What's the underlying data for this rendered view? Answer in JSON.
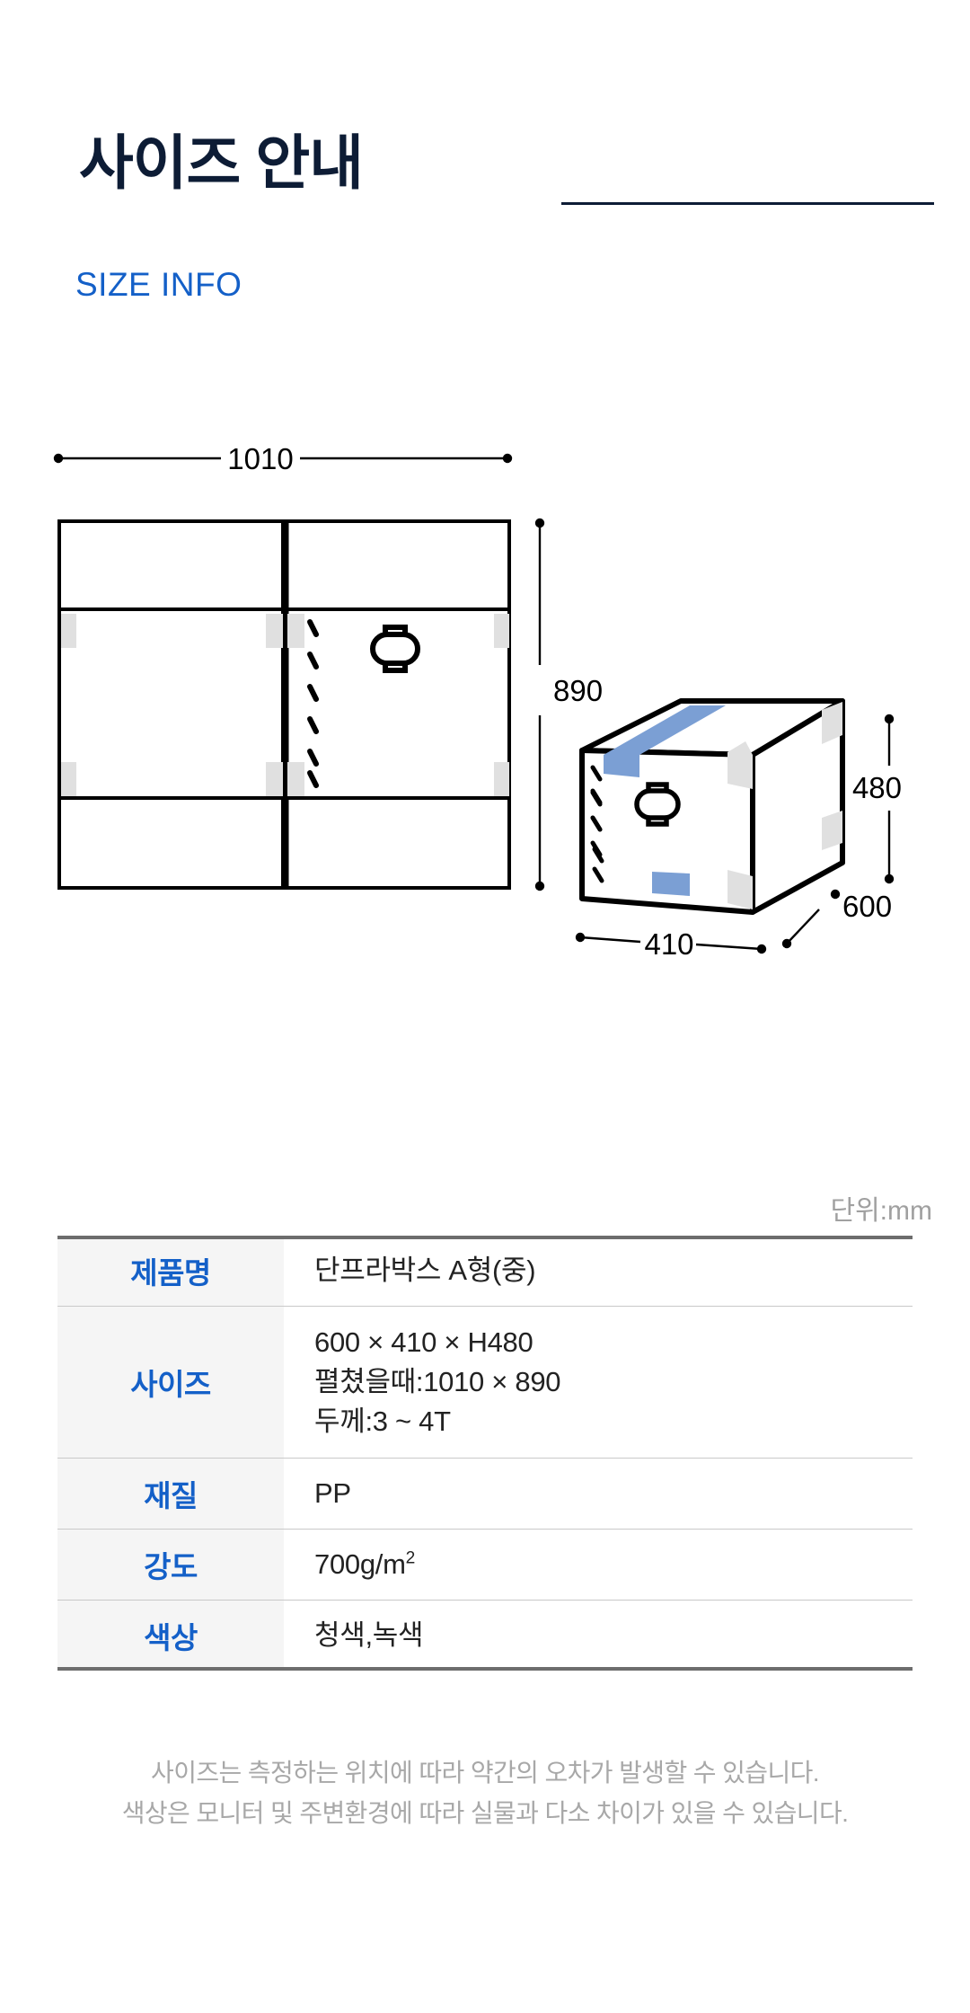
{
  "header": {
    "title": "사이즈 안내",
    "subtitle": "SIZE INFO",
    "accent_navy": "#0d1c35",
    "accent_blue": "#1460c8"
  },
  "diagram": {
    "flat": {
      "label": "flat-box-drawing",
      "width_dim": "1010",
      "height_dim": "890"
    },
    "box3d": {
      "label": "assembled-box-drawing",
      "width_dim": "410",
      "depth_dim": "600",
      "height_dim": "480",
      "strap_color": "#7b9fd4",
      "tab_color": "#e0e0e0"
    },
    "unit_note": "단위:mm"
  },
  "spec_table": {
    "rows": [
      {
        "label": "제품명",
        "value_lines": [
          "단프라박스 A형(중)"
        ]
      },
      {
        "label": "사이즈",
        "value_lines": [
          "600 × 410 × H480",
          "펼쳤을때:1010 × 890",
          "두께:3 ~ 4T"
        ]
      },
      {
        "label": "재질",
        "value_lines": [
          "PP"
        ]
      },
      {
        "label": "강도",
        "value_lines": [
          "700g/m²"
        ]
      },
      {
        "label": "색상",
        "value_lines": [
          "청색,녹색"
        ]
      }
    ],
    "strength_value_base": "700g/m",
    "strength_value_sup": "2"
  },
  "footer": {
    "note_1": "사이즈는 측정하는 위치에 따라 약간의 오차가 발생할 수 있습니다.",
    "note_2": "색상은 모니터 및 주변환경에 따라 실물과 다소 차이가 있을 수 있습니다."
  }
}
